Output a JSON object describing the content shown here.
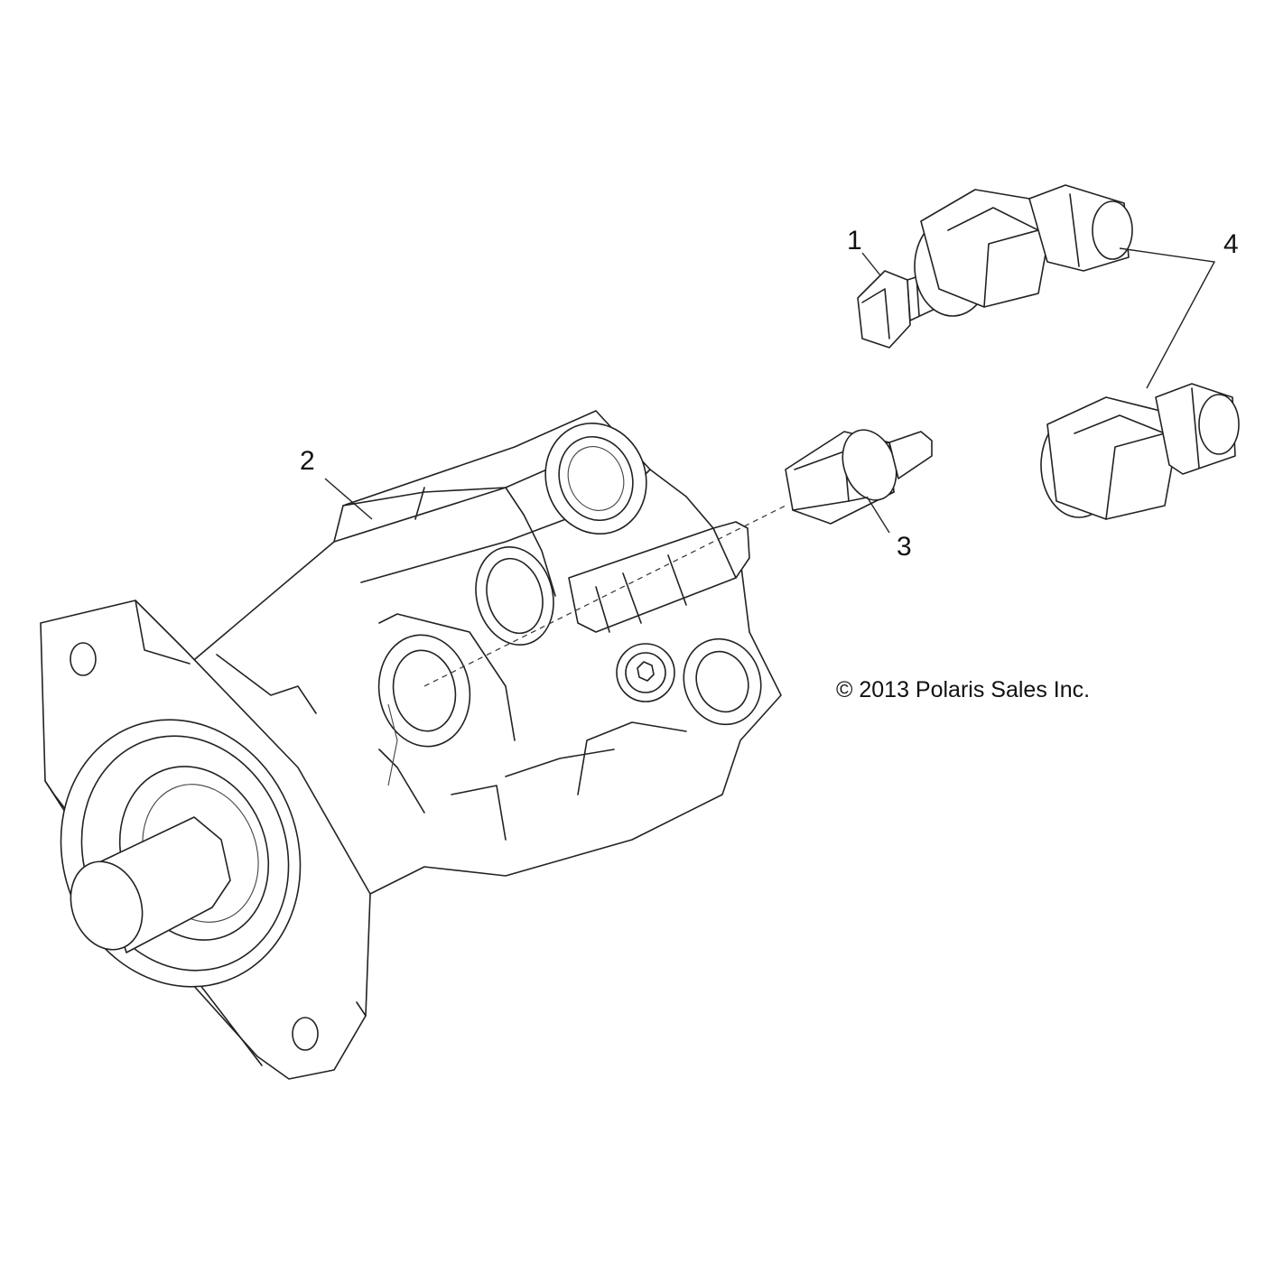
{
  "callouts": {
    "c1": "1",
    "c2": "2",
    "c3": "3",
    "c4": "4"
  },
  "copyright": "© 2013 Polaris Sales Inc."
}
